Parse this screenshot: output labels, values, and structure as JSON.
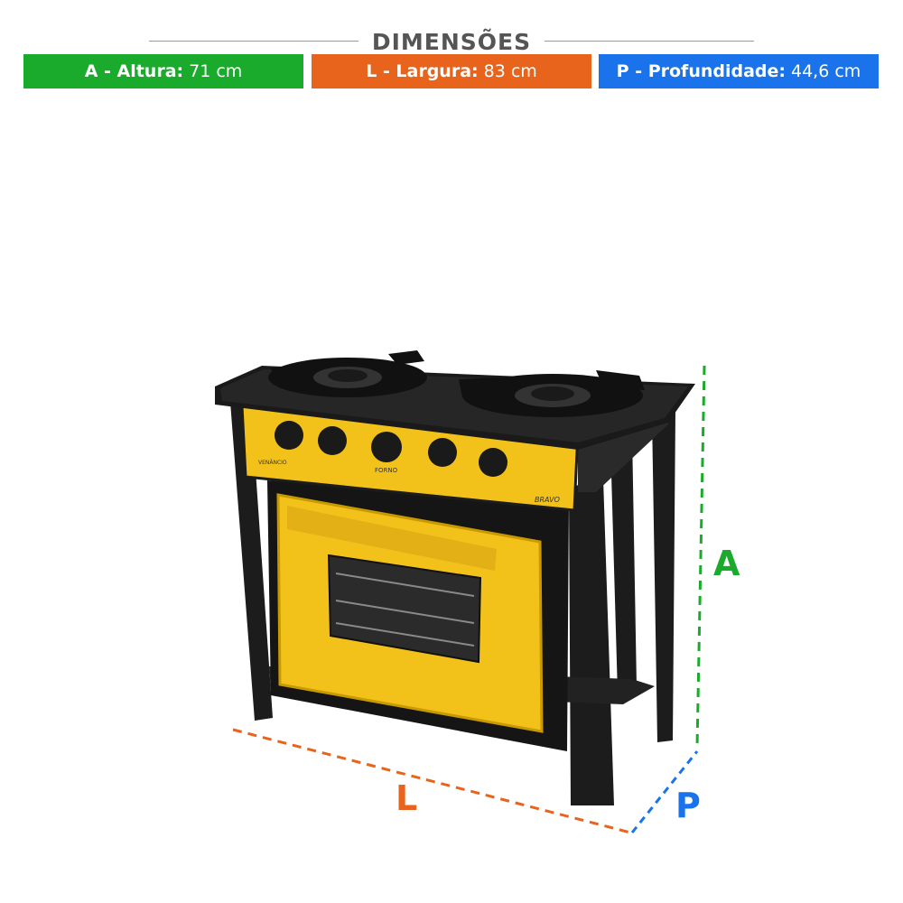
{
  "header": {
    "title": "DIMENSÕES"
  },
  "dimensions": [
    {
      "key": "altura",
      "label": "A - Altura:",
      "value": "71 cm",
      "color": "#1aaa2c"
    },
    {
      "key": "largura",
      "label": "L - Largura:",
      "value": "83 cm",
      "color": "#e8641c"
    },
    {
      "key": "profundidade",
      "label": "P - Profundidade:",
      "value": "44,6 cm",
      "color": "#1a73ea"
    }
  ],
  "markers": {
    "height": "A",
    "width": "L",
    "depth": "P"
  },
  "product": {
    "brand": "VENÂNCIO",
    "model": "BRAVO",
    "knob_label": "FORNO",
    "body_color": "#f2c21b",
    "frame_color": "#1c1c1c"
  }
}
